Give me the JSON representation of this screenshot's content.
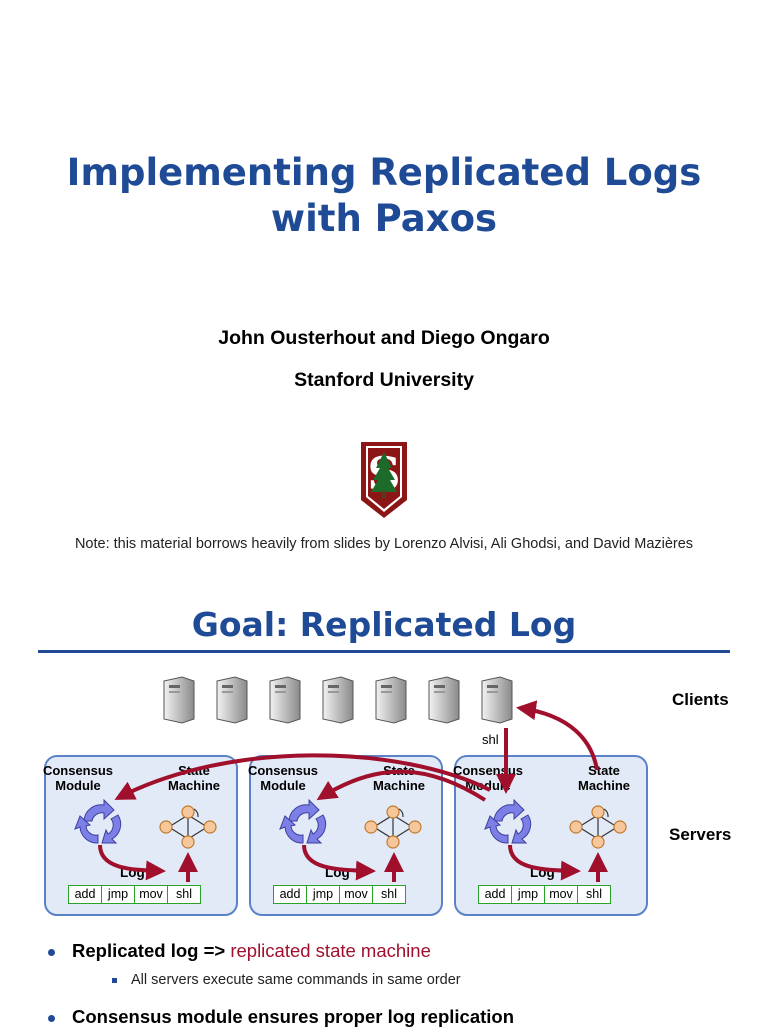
{
  "slide1": {
    "title_line1": "Implementing Replicated Logs",
    "title_line2": "with Paxos",
    "authors": "John Ousterhout and Diego Ongaro",
    "affiliation": "Stanford University",
    "note": "Note: this material borrows heavily from slides by Lorenzo Alvisi, Ali Ghodsi, and David Mazières"
  },
  "slide2": {
    "title": "Goal: Replicated Log",
    "clients_label": "Clients",
    "servers_label": "Servers",
    "shl_label": "shl",
    "server": {
      "consensus_line1": "Consensus",
      "consensus_line2": "Module",
      "state_line1": "State",
      "state_line2": "Machine",
      "log_label": "Log",
      "log_entries": [
        "add",
        "jmp",
        "mov",
        "shl"
      ]
    },
    "bullets": [
      {
        "text": "Replicated log => ",
        "highlight": "replicated state machine",
        "sub": "All servers execute same commands in same order"
      },
      {
        "text": "Consensus module ensures proper log replication"
      }
    ]
  },
  "colors": {
    "title_blue": "#1f4a96",
    "accent_red": "#a0102c",
    "server_fill": "#e3eaf7",
    "log_green": "#2aa32a"
  },
  "icons": [
    "stanford-logo",
    "client-computer-icon",
    "consensus-cycle-icon",
    "state-machine-icon"
  ]
}
